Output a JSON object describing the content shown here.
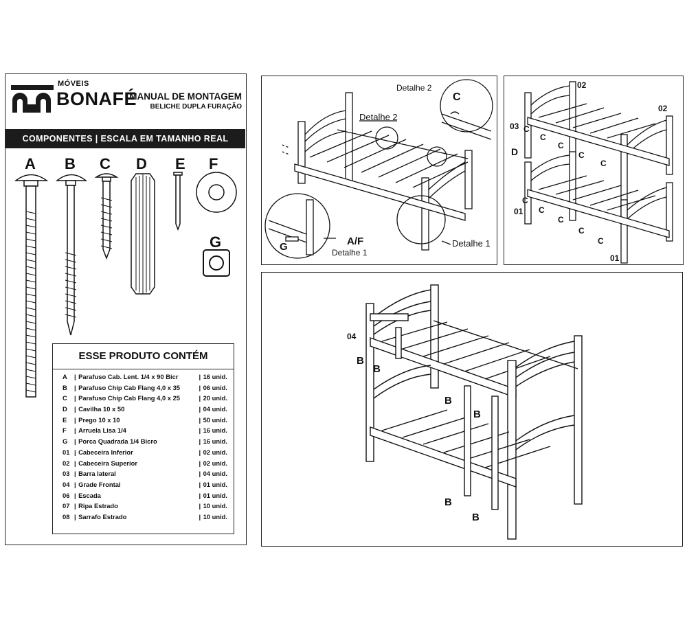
{
  "brand": {
    "small": "MÓVEIS",
    "name": "BONAFÉ"
  },
  "manual": {
    "title": "MANUAL DE MONTAGEM",
    "subtitle": "BELICHE DUPLA FURAÇÃO"
  },
  "components_bar": "COMPONENTES  |  ESCALA EM TAMANHO REAL",
  "parts": {
    "a": "A",
    "b": "B",
    "c": "C",
    "d": "D",
    "e": "E",
    "f": "F",
    "g": "G"
  },
  "contents": {
    "title": "ESSE PRODUTO CONTÉM",
    "items": [
      {
        "code": "A",
        "desc": "Parafuso Cab. Lent. 1/4 x 90 Bicr",
        "qty": "16 unid."
      },
      {
        "code": "B",
        "desc": "Parafuso Chip Cab Flang 4,0 x 35",
        "qty": "06 unid."
      },
      {
        "code": "C",
        "desc": "Parafuso Chip Cab Flang 4,0 x 25",
        "qty": "20 unid."
      },
      {
        "code": "D",
        "desc": "Cavilha 10 x 50",
        "qty": "04 unid."
      },
      {
        "code": "E",
        "desc": "Prego 10 x 10",
        "qty": "50 unid."
      },
      {
        "code": "F",
        "desc": "Arruela Lisa 1/4",
        "qty": "16 unid."
      },
      {
        "code": "G",
        "desc": "Porca Quadrada 1/4 Bicro",
        "qty": "16 unid."
      },
      {
        "code": "01",
        "desc": "Cabeceira Inferior",
        "qty": "02 unid."
      },
      {
        "code": "02",
        "desc": "Cabeceira Superior",
        "qty": "02 unid."
      },
      {
        "code": "03",
        "desc": "Barra lateral",
        "qty": "04 unid."
      },
      {
        "code": "04",
        "desc": "Grade Frontal",
        "qty": "01 unid."
      },
      {
        "code": "06",
        "desc": "Escada",
        "qty": "01 unid."
      },
      {
        "code": "07",
        "desc": "Ripa Estrado",
        "qty": "10 unid."
      },
      {
        "code": "08",
        "desc": "Sarrafo Estrado",
        "qty": "10 unid."
      }
    ]
  },
  "panel1": {
    "detalhe2_top": "Detalhe 2",
    "detalhe2_mid": "Detalhe 2",
    "c_label": "C",
    "g_label": "G",
    "af_label": "A/F",
    "detalhe1_small": "Detalhe 1",
    "detalhe1": "Detalhe 1"
  },
  "panel2": {
    "l02a": "02",
    "l02b": "02",
    "l03": "03",
    "lD": "D",
    "l01a": "01",
    "l01b": "01",
    "c": "C"
  },
  "panel3": {
    "l04": "04",
    "b": "B"
  },
  "colors": {
    "ink": "#111111",
    "bar": "#1c1c1c",
    "panel_border": "#222222"
  }
}
